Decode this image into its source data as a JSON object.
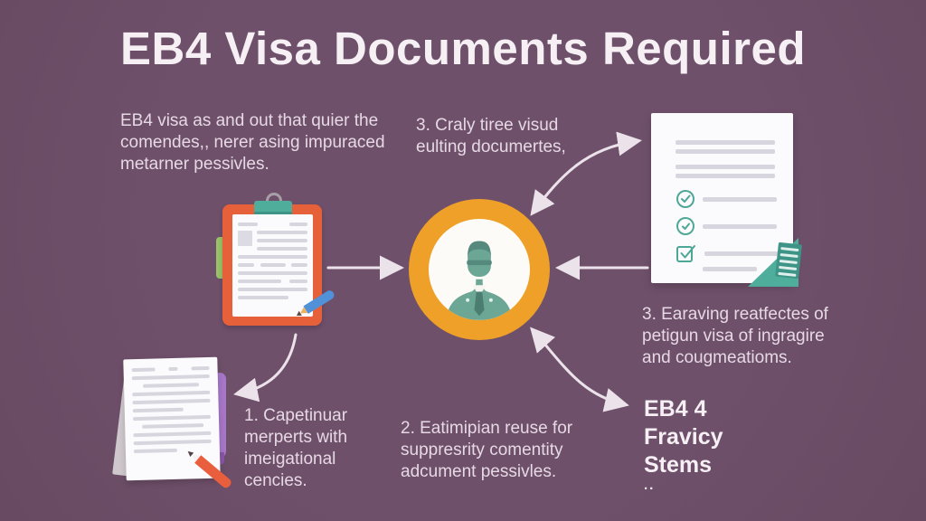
{
  "title": "EB4 Visa Documents Required",
  "palette": {
    "bg_purple": "#6f506b",
    "bg_purple_dark": "#684a62",
    "text_light": "#e6d9e4",
    "text_bright": "#f6f0f5",
    "orange": "#efa028",
    "orange_deep": "#e66039",
    "teal": "#4fae9b",
    "teal_dark": "#3e9486",
    "green": "#9ac269",
    "paper": "#fbfafc",
    "bar_gray": "#d7d6de",
    "blue": "#5191d8",
    "purple_pen": "#a877c9",
    "red_pencil": "#e95f3e",
    "arrow": "#ece2ea"
  },
  "texts": {
    "intro": [
      "EB4 visa as and out that quier the",
      "comendes,, nerer asing impuraced",
      "metarner pessivles."
    ],
    "step_top": [
      "3. Craly tiree visud",
      "eulting documertes,"
    ],
    "step1": [
      "1. Capetinuar",
      "merperts with",
      "imeigational",
      "cencies."
    ],
    "step2": [
      "2. Eatimipian reuse for",
      "suppresrity comentity",
      "adcument pessivles."
    ],
    "step3": [
      "3. Earaving reatfectes of",
      "petigun visa of ingragire",
      "and cougmeatioms."
    ],
    "eb4": [
      "EB4 4",
      "Fravicy",
      "Stems",
      ".."
    ]
  },
  "icons": {
    "clipboard": "clipboard-document-icon",
    "person": "applicant-person-icon",
    "checklist": "approved-checklist-icon",
    "signed_doc": "signed-document-icon"
  }
}
